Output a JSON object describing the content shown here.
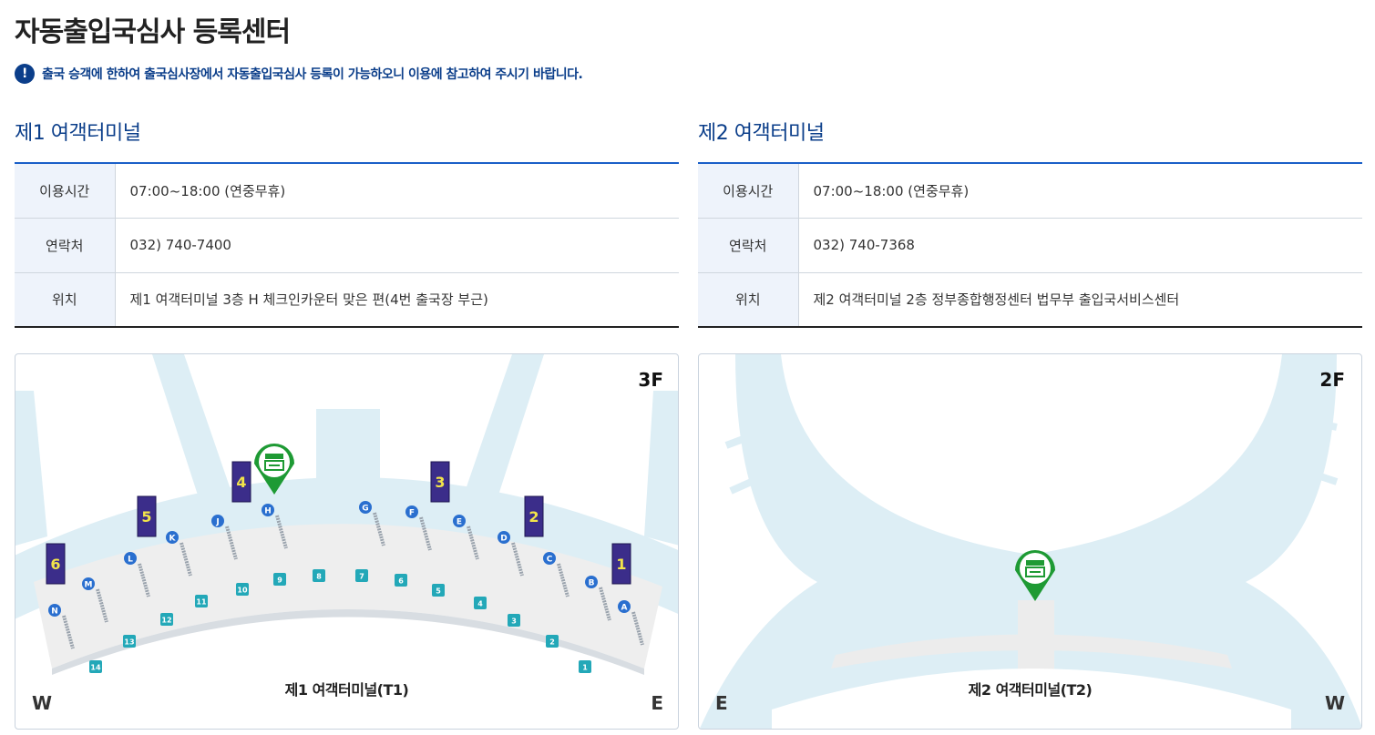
{
  "page": {
    "title": "자동출입국심사 등록센터",
    "notice": "출국 승객에 한하여 출국심사장에서 자동출입국심사 등록이 가능하오니 이용에 참고하여 주시기 바랍니다.",
    "notice_icon": "!"
  },
  "terminal1": {
    "title": "제1 여객터미널",
    "rows": [
      {
        "label": "이용시간",
        "value": "07:00~18:00 (연중무휴)"
      },
      {
        "label": "연락처",
        "value": "032) 740-7400"
      },
      {
        "label": "위치",
        "value": "제1 여객터미널 3층 H 체크인카운터 맞은 편(4번 출국장 부근)"
      }
    ],
    "map": {
      "floor": "3F",
      "caption": "제1 여객터미널(T1)",
      "west": "W",
      "east": "E",
      "departure_gates": [
        "1",
        "2",
        "3",
        "4",
        "5",
        "6"
      ],
      "counters": [
        "A",
        "B",
        "C",
        "D",
        "E",
        "F",
        "G",
        "H",
        "J",
        "K",
        "L",
        "M",
        "N"
      ],
      "doors": [
        "1",
        "2",
        "3",
        "4",
        "5",
        "6",
        "7",
        "8",
        "9",
        "10",
        "11",
        "12",
        "13",
        "14"
      ],
      "marker_icon": "kiosk-icon"
    }
  },
  "terminal2": {
    "title": "제2 여객터미널",
    "rows": [
      {
        "label": "이용시간",
        "value": "07:00~18:00 (연중무휴)"
      },
      {
        "label": "연락처",
        "value": "032) 740-7368"
      },
      {
        "label": "위치",
        "value": "제2 여객터미널 2층 정부종합행정센터 법무부 출입국서비스센터"
      }
    ],
    "map": {
      "floor": "2F",
      "caption": "제2 여객터미널(T2)",
      "east": "E",
      "west": "W",
      "marker_icon": "kiosk-icon"
    }
  },
  "colors": {
    "brand": "#0b3e8a",
    "table_top_border": "#1a5fc8",
    "label_bg": "#eef3fb",
    "water": "#ddeef5",
    "gate_purple": "#3b2d8a",
    "gate_number": "#f2e44a",
    "counter_blue": "#2a6fcf",
    "door_teal": "#23a8b8",
    "marker_green": "#1e9a34"
  }
}
